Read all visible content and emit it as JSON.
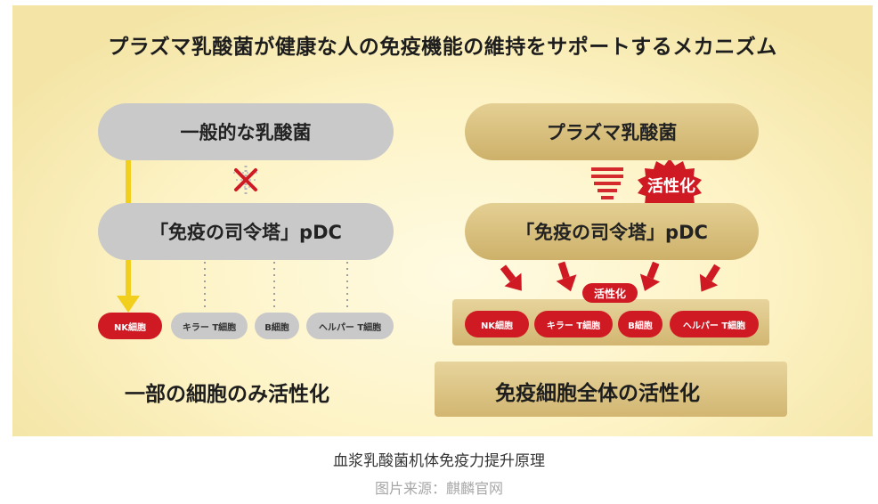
{
  "heading": "プラズマ乳酸菌が健康な人の免疫機能の維持をサポートするメカニズム",
  "left": {
    "bacteria_label": "一般的な乳酸菌",
    "pdc_label": "「免疫の司令塔」pDC",
    "cells": [
      "NK細胞",
      "キラー T細胞",
      "B細胞",
      "ヘルパー T細胞"
    ],
    "result": "一部の細胞のみ活性化"
  },
  "right": {
    "bacteria_label": "プラズマ乳酸菌",
    "activation_badge": "活性化",
    "pdc_label": "「免疫の司令塔」pDC",
    "cells_badge": "活性化",
    "cells": [
      "NK細胞",
      "キラー T細胞",
      "B細胞",
      "ヘルパー T細胞"
    ],
    "result": "免疫細胞全体の活性化"
  },
  "caption": "血浆乳酸菌机体免疫力提升原理",
  "source": "图片来源：麒麟官网",
  "colors": {
    "red": "#cf1a24",
    "yellow_arrow": "#f2cf1d",
    "grey_pill": "#c9c9c9",
    "gold_pill": "#d6bc78"
  }
}
